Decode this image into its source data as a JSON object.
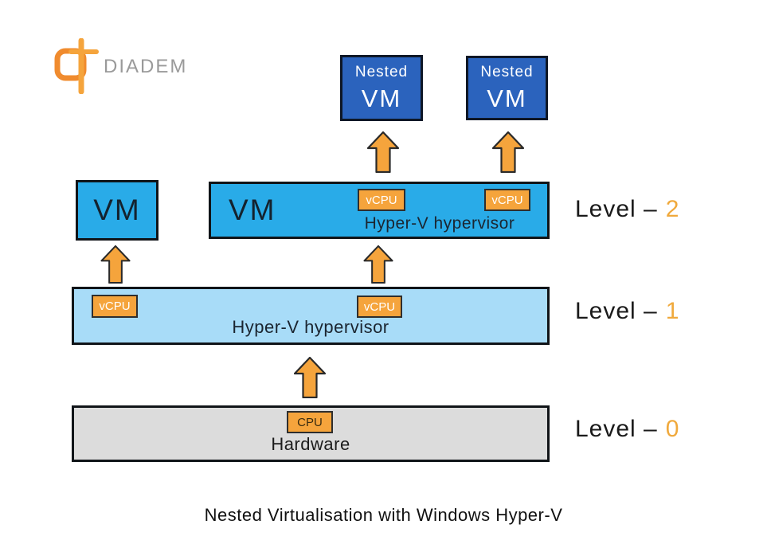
{
  "logo": {
    "brand": "DIADEM"
  },
  "nested_vms": [
    {
      "line1": "Nested",
      "line2": "VM"
    },
    {
      "line1": "Nested",
      "line2": "VM"
    }
  ],
  "levels": {
    "level2": {
      "label_prefix": "Level –",
      "label_number": "2",
      "small_vm_label": "VM",
      "wide_vm_label": "VM",
      "hypervisor_label": "Hyper-V hypervisor",
      "vcpu_badges": [
        "vCPU",
        "vCPU"
      ]
    },
    "level1": {
      "label_prefix": "Level –",
      "label_number": "1",
      "hypervisor_label": "Hyper-V hypervisor",
      "vcpu_badges": [
        "vCPU",
        "vCPU"
      ]
    },
    "level0": {
      "label_prefix": "Level –",
      "label_number": "0",
      "hardware_label": "Hardware",
      "cpu_badge": "CPU"
    }
  },
  "caption": "Nested Virtualisation with Windows Hyper-V",
  "icons": {
    "up_arrow": "orange block arrow pointing up",
    "diadem_logo": "orange rounded square with plus cross"
  },
  "colors": {
    "vm_blue": "#29ABE8",
    "hypervisor_light_blue": "#A8DCF8",
    "nested_vm_dark_blue": "#2B63BD",
    "hardware_gray": "#DCDCDC",
    "accent_orange": "#F5A43C",
    "level_number_orange": "#F0A93C",
    "logo_orange": "#F08B2E",
    "logo_text_gray": "#9A9A9A"
  }
}
